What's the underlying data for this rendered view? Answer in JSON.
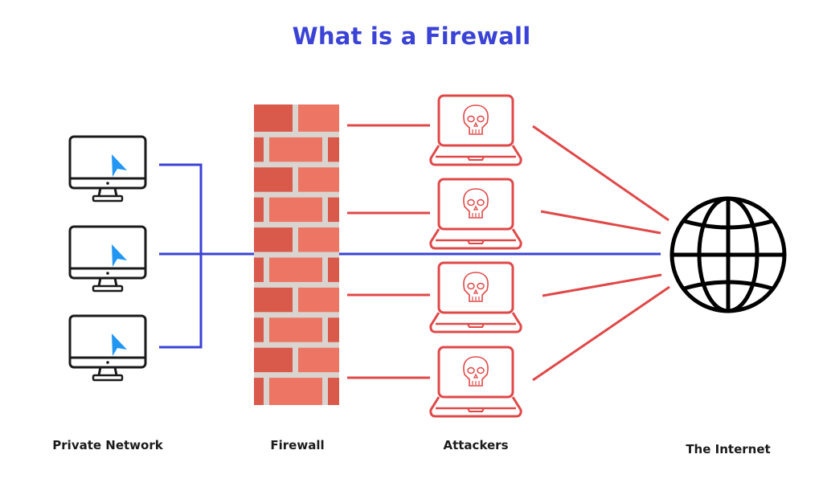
{
  "title": "What is a Firewall",
  "labels": {
    "private_network": "Private Network",
    "firewall": "Firewall",
    "attackers": "Attackers",
    "internet": "The Internet"
  },
  "nodes": {
    "private_computers": [
      {
        "name": "computer-1",
        "icon": "desktop-monitor-with-cursor"
      },
      {
        "name": "computer-2",
        "icon": "desktop-monitor-with-cursor"
      },
      {
        "name": "computer-3",
        "icon": "desktop-monitor-with-cursor"
      }
    ],
    "firewall": {
      "icon": "brick-wall"
    },
    "attackers": [
      {
        "name": "attacker-1",
        "icon": "laptop-with-skull"
      },
      {
        "name": "attacker-2",
        "icon": "laptop-with-skull"
      },
      {
        "name": "attacker-3",
        "icon": "laptop-with-skull"
      },
      {
        "name": "attacker-4",
        "icon": "laptop-with-skull"
      }
    ],
    "internet": {
      "icon": "globe"
    }
  },
  "edges": {
    "allowed": {
      "from": "private_computers",
      "to": "internet",
      "through": "firewall",
      "color": "#3b43d6"
    },
    "blocked": {
      "from": "attackers",
      "to": [
        "firewall",
        "internet"
      ],
      "color": "#e04848"
    }
  },
  "colors": {
    "title": "#3b43d6",
    "network_line": "#3b43d6",
    "attack_line": "#e04848",
    "cursor": "#2196f3",
    "brick_dark": "#d9594a",
    "brick_light": "#ec7663",
    "mortar": "#d9d4d0",
    "outline": "#1a1a1a"
  }
}
